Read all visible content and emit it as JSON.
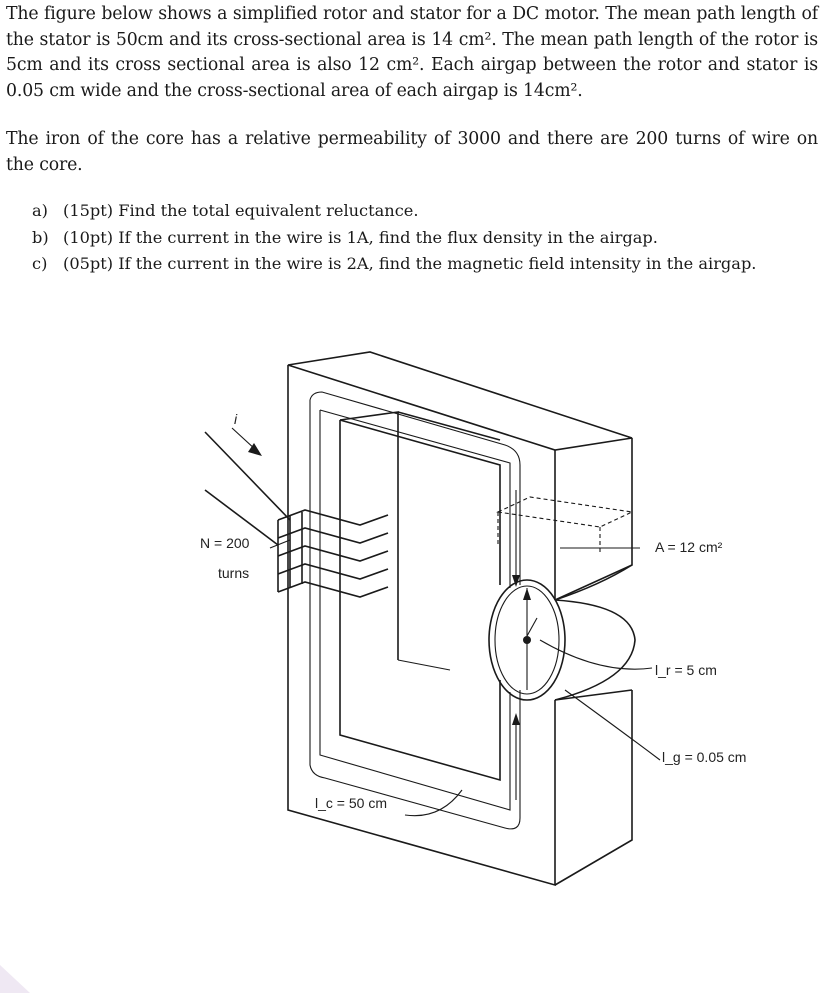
{
  "problem": {
    "paragraph1": "The figure below shows a simplified rotor and stator for a DC motor. The mean path length of the stator is 50cm and its cross-sectional area is 14 cm². The mean path length of the rotor is 5cm and its cross sectional area is also 12 cm². Each airgap between the rotor and stator is 0.05 cm wide and the cross-sectional area of each airgap is 14cm².",
    "paragraph2": "The iron of the core has a relative permeability of 3000 and there are 200 turns of wire on the core.",
    "questions": [
      {
        "label": "a)",
        "text": "(15pt) Find the total equivalent reluctance."
      },
      {
        "label": "b)",
        "text": "(10pt) If the current in the wire is 1A, find the flux density in the airgap."
      },
      {
        "label": "c)",
        "text": "(05pt) If the current in the wire is 2A, find the magnetic field intensity in the airgap."
      }
    ]
  },
  "figure": {
    "current_label": "i",
    "turns_label_line1": "N = 200",
    "turns_label_line2": "turns",
    "area_label": "A = 12 cm²",
    "rotor_length_label": "l_r = 5 cm",
    "gap_length_label": "l_g = 0.05 cm",
    "stator_length_label": "l_c = 50 cm"
  }
}
